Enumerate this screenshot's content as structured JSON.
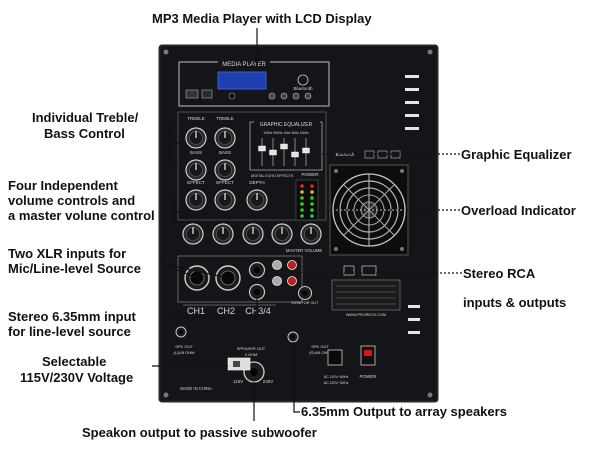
{
  "callouts": {
    "mp3": "MP3 Media Player with LCD Display",
    "treble_l1": "Individual Treble/",
    "treble_l2": "Bass Control",
    "vol_l1": "Four Independent",
    "vol_l2": "volume controls and",
    "vol_l3": "a master volune control",
    "xlr_l1": "Two XLR inputs for",
    "xlr_l2": "Mic/Line-level Source",
    "jack_l1": "Stereo 6.35mm input",
    "jack_l2": "for line-level source",
    "voltage_l1": "Selectable",
    "voltage_l2": "115V/230V Voltage",
    "speakon": "Speakon output to passive subwoofer",
    "eq": "Graphic Equalizer",
    "overload": "Overload Indicator",
    "rca_l1": "Stereo RCA",
    "rca_l2": "inputs & outputs",
    "array_out": "6.35mm Output to array speakers"
  },
  "panel": {
    "media_player": "MEDIA PLAYER",
    "bluetooth": "Bluetooth",
    "graphic_equalizer": "GRAPHIC EQUALIZER",
    "eq_freqs": "100Hz  300Hz  1kHz  3kHz  10kHz",
    "bluetooth_small": "Bluetooth",
    "digital_echo": "DIGITAL ECHO EFFECTS",
    "power": "POWER",
    "treble": "TREBLE",
    "bass": "BASS",
    "effect": "EFFECT",
    "depth": "DEPTH",
    "master_volume": "MASTER VOLUME",
    "ch1": "CH1",
    "ch2": "CH2",
    "ch34": "CH3/4",
    "spk_out_left": "SPK OUT",
    "spk_out_left_ohm": "(L)4/8 OHM",
    "speaker_out": "SPEAKER OUT",
    "speaker_out_ohm": "4 OHM",
    "spk_out_right": "SPK OUT",
    "spk_out_right_ohm": "(R)4/8 OHM",
    "monitor_out": "MONITOR OUT",
    "v115": "115V",
    "v230": "230V",
    "made_in": "MADE IN CHINA",
    "ac_rating": "AC 110V~60Hz",
    "ac_rating2": "AC 220V~50Hz",
    "power_switch": "POWER",
    "website": "WWW.PRORECK.COM"
  },
  "colors": {
    "panel": "#151618",
    "label_text": "#111111",
    "line": "#111111"
  }
}
